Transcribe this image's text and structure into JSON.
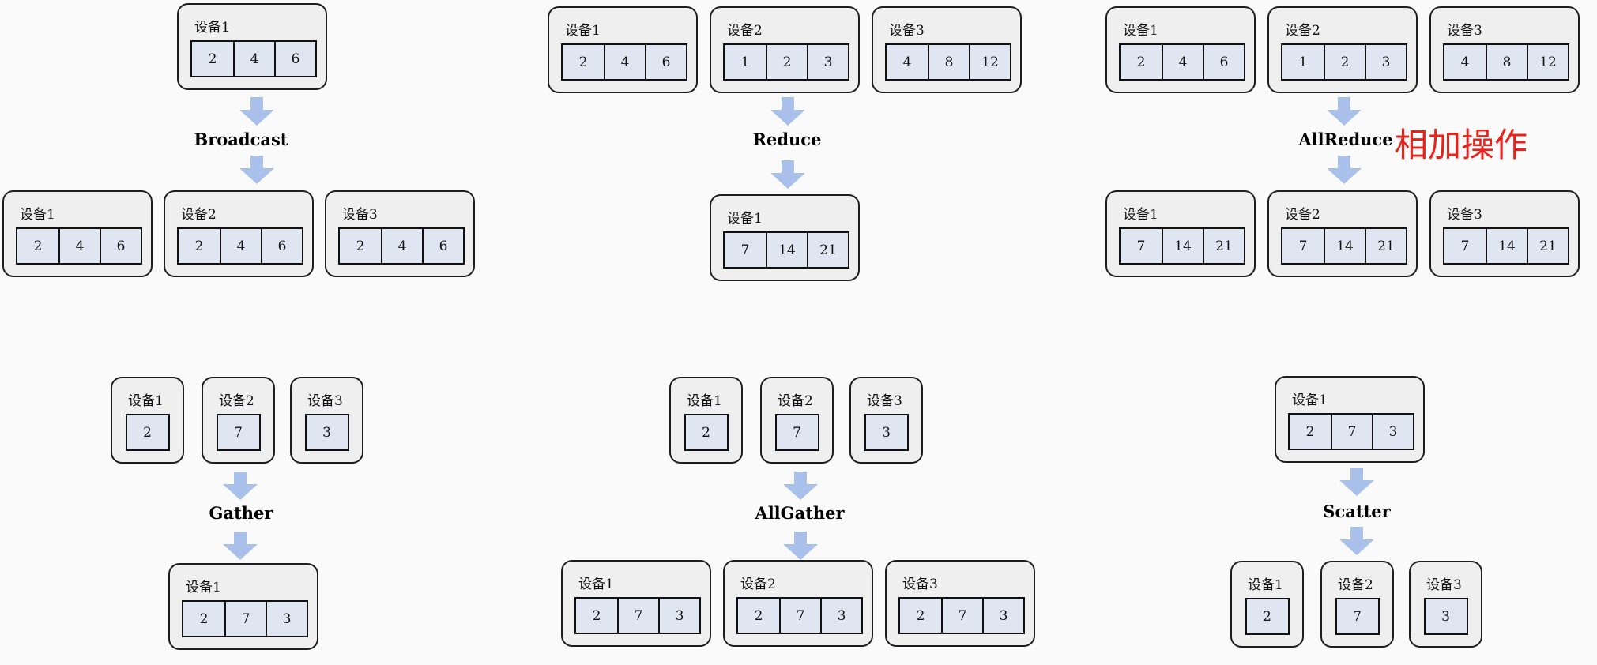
{
  "panels": [
    {
      "op": "Broadcast",
      "inputs": [
        {
          "label": "设备1",
          "values": [
            "2",
            "4",
            "6"
          ]
        }
      ],
      "outputs": [
        {
          "label": "设备1",
          "values": [
            "2",
            "4",
            "6"
          ]
        },
        {
          "label": "设备2",
          "values": [
            "2",
            "4",
            "6"
          ]
        },
        {
          "label": "设备3",
          "values": [
            "2",
            "4",
            "6"
          ]
        }
      ]
    },
    {
      "op": "Reduce",
      "inputs": [
        {
          "label": "设备1",
          "values": [
            "2",
            "4",
            "6"
          ]
        },
        {
          "label": "设备2",
          "values": [
            "1",
            "2",
            "3"
          ]
        },
        {
          "label": "设备3",
          "values": [
            "4",
            "8",
            "12"
          ]
        }
      ],
      "outputs": [
        {
          "label": "设备1",
          "values": [
            "7",
            "14",
            "21"
          ]
        }
      ]
    },
    {
      "op": "AllReduce",
      "note": "相加操作",
      "inputs": [
        {
          "label": "设备1",
          "values": [
            "2",
            "4",
            "6"
          ]
        },
        {
          "label": "设备2",
          "values": [
            "1",
            "2",
            "3"
          ]
        },
        {
          "label": "设备3",
          "values": [
            "4",
            "8",
            "12"
          ]
        }
      ],
      "outputs": [
        {
          "label": "设备1",
          "values": [
            "7",
            "14",
            "21"
          ]
        },
        {
          "label": "设备2",
          "values": [
            "7",
            "14",
            "21"
          ]
        },
        {
          "label": "设备3",
          "values": [
            "7",
            "14",
            "21"
          ]
        }
      ]
    },
    {
      "op": "Gather",
      "inputs": [
        {
          "label": "设备1",
          "values": [
            "2"
          ]
        },
        {
          "label": "设备2",
          "values": [
            "7"
          ]
        },
        {
          "label": "设备3",
          "values": [
            "3"
          ]
        }
      ],
      "outputs": [
        {
          "label": "设备1",
          "values": [
            "2",
            "7",
            "3"
          ]
        }
      ]
    },
    {
      "op": "AllGather",
      "inputs": [
        {
          "label": "设备1",
          "values": [
            "2"
          ]
        },
        {
          "label": "设备2",
          "values": [
            "7"
          ]
        },
        {
          "label": "设备3",
          "values": [
            "3"
          ]
        }
      ],
      "outputs": [
        {
          "label": "设备1",
          "values": [
            "2",
            "7",
            "3"
          ]
        },
        {
          "label": "设备2",
          "values": [
            "2",
            "7",
            "3"
          ]
        },
        {
          "label": "设备3",
          "values": [
            "2",
            "7",
            "3"
          ]
        }
      ]
    },
    {
      "op": "Scatter",
      "inputs": [
        {
          "label": "设备1",
          "values": [
            "2",
            "7",
            "3"
          ]
        }
      ],
      "outputs": [
        {
          "label": "设备1",
          "values": [
            "2"
          ]
        },
        {
          "label": "设备2",
          "values": [
            "7"
          ]
        },
        {
          "label": "设备3",
          "values": [
            "3"
          ]
        }
      ]
    }
  ],
  "colors": {
    "arrow": "#a9c1ea",
    "note": "#e8211b",
    "box_fill": "#efefef",
    "cell_fill": "#dfe6f2"
  }
}
